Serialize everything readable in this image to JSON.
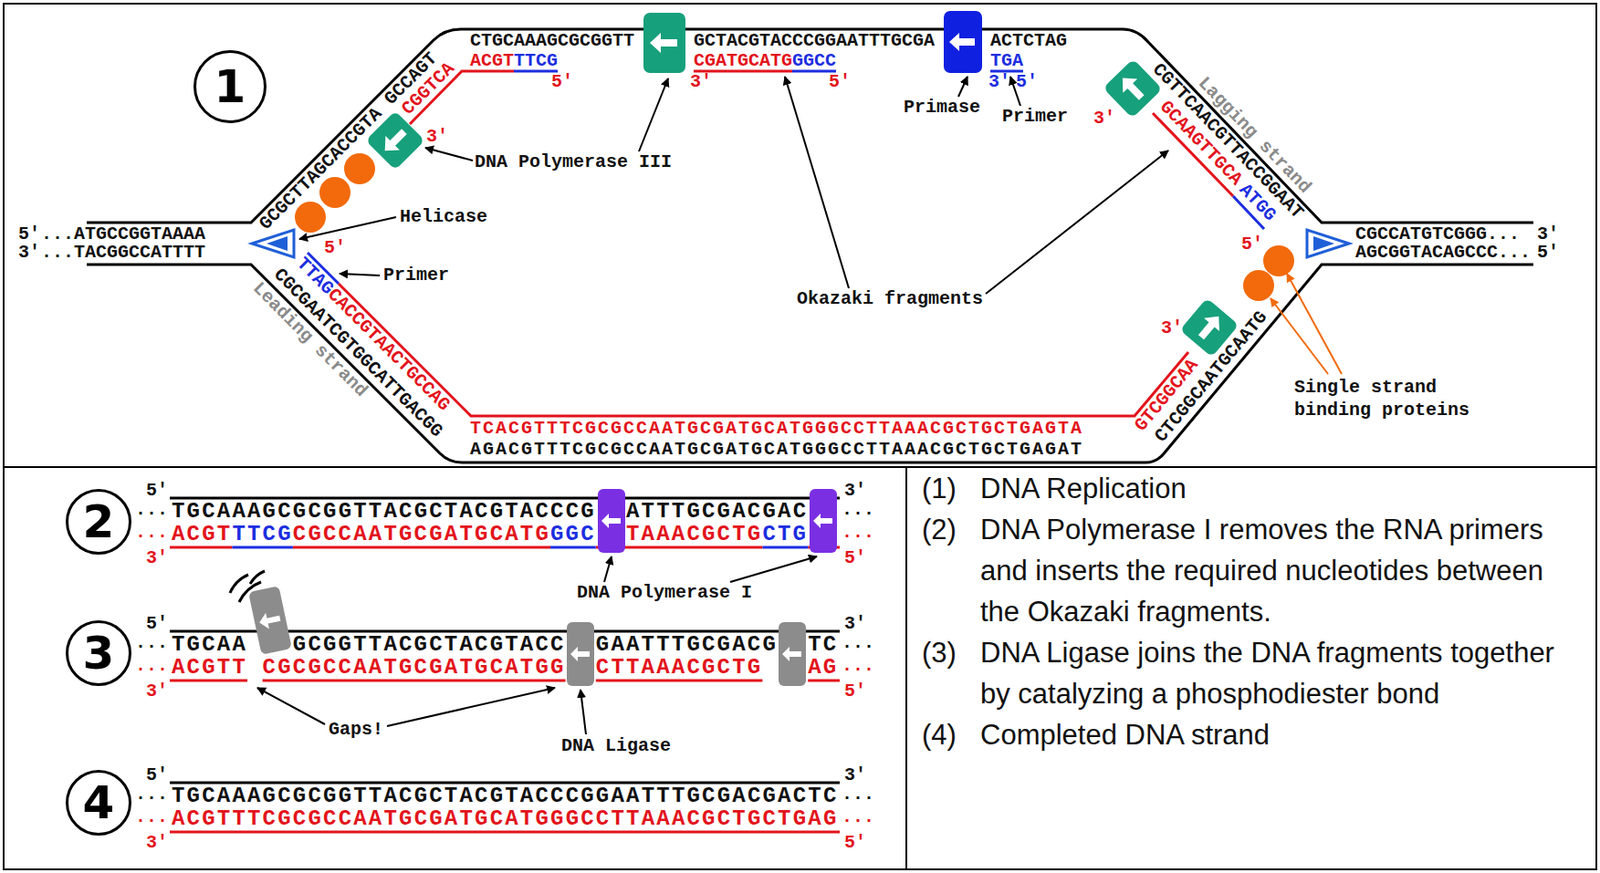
{
  "diagram": {
    "nodes": [
      {
        "text": [
          "1"
        ]
      },
      {
        "text": [
          "2"
        ]
      },
      {
        "text": [
          "3"
        ]
      },
      {
        "text": [
          "4"
        ]
      }
    ],
    "labels": [
      "5'",
      "...ATGCCGGTAAAA",
      "3'",
      "...TACGGCCATTTT",
      "GCGCTTAGCACCGTA",
      "GCCAGT",
      "CTGCAAAGCGCGGTT",
      "GCTACGTACCCGGAATTTGCGA",
      "ACTCTAG",
      "CGGTCA",
      "3'",
      "ACGT",
      "TTCG",
      "5'",
      "CGATGCATG",
      "GGCC",
      "3'",
      "5'",
      "TGA",
      "3'",
      "5'",
      "CGTTCAACGTTACCGGAAT",
      "3'",
      "GCAAGTTGCA",
      "ATGG",
      "5'",
      "CGCCATGTCGGG...",
      "3'",
      "AGCGGTACAGCCC...",
      "5'",
      "CGCGAATCGTGGCATTGACGG",
      "5'",
      "TTAG",
      "CACCGTAACTGCCAG",
      "TCACGTTTCGCGCCAATGCGATGCATGGGCCTTAAACGCTGCTGAGTA",
      "AGACGTTTCGCGCCAATGCGATGCATGGGCCTTAAACGCTGCTGAGAT",
      "GTCGGCAA",
      "3'",
      "CTCGGCAATGCAATG",
      "Leading strand",
      "Lagging strand",
      "Helicase",
      "Primer",
      "DNA Polymerase III",
      "Primase",
      "Primer",
      "Okazaki fragments",
      "Single strand binding proteins",
      "5'",
      "...",
      "TGCAAAGCGCGGTTACGCTACGTACCCG",
      "ATTTGCGACGAC",
      "3'",
      "...",
      "...",
      "ACGT",
      "TTCG",
      "CGCCAATGCGATGCATG",
      "GGC",
      "TAAACGCTG",
      "CTG",
      "3'",
      "5'",
      "...",
      "DNA Polymerase I",
      "5'",
      "...",
      "TGCAA",
      "GCGGTTACGCTACGTACC",
      "GAATTTGCGACG",
      "TC",
      "3'",
      "...",
      "...",
      "ACGTT",
      "CGCGCCAATGCGATGCATGG",
      "CTTAAACGCTG",
      "AG",
      "3'",
      "5'",
      "...",
      "Gaps!",
      "DNA Ligase",
      "5'",
      "...",
      "TGCAAAGCGCGGTTACGCTACGTACCCGGAATTTGCGACGACTC",
      "3'",
      "...",
      "...",
      "ACGTTTCGCGCCAATGCGATGCATGGGCCTTAAACGCTGCTGAG",
      "3'",
      "5'",
      "...",
      "(1)",
      "DNA Replication",
      "(2)",
      "DNA Polymerase I removes the RNA primers and inserts the required nucleotides between the Okazaki fragments.",
      "(3)",
      "DNA Ligase joins the DNA fragments together by catalyzing a phosphodiester bond",
      "(4)",
      "Completed DNA strand"
    ]
  }
}
